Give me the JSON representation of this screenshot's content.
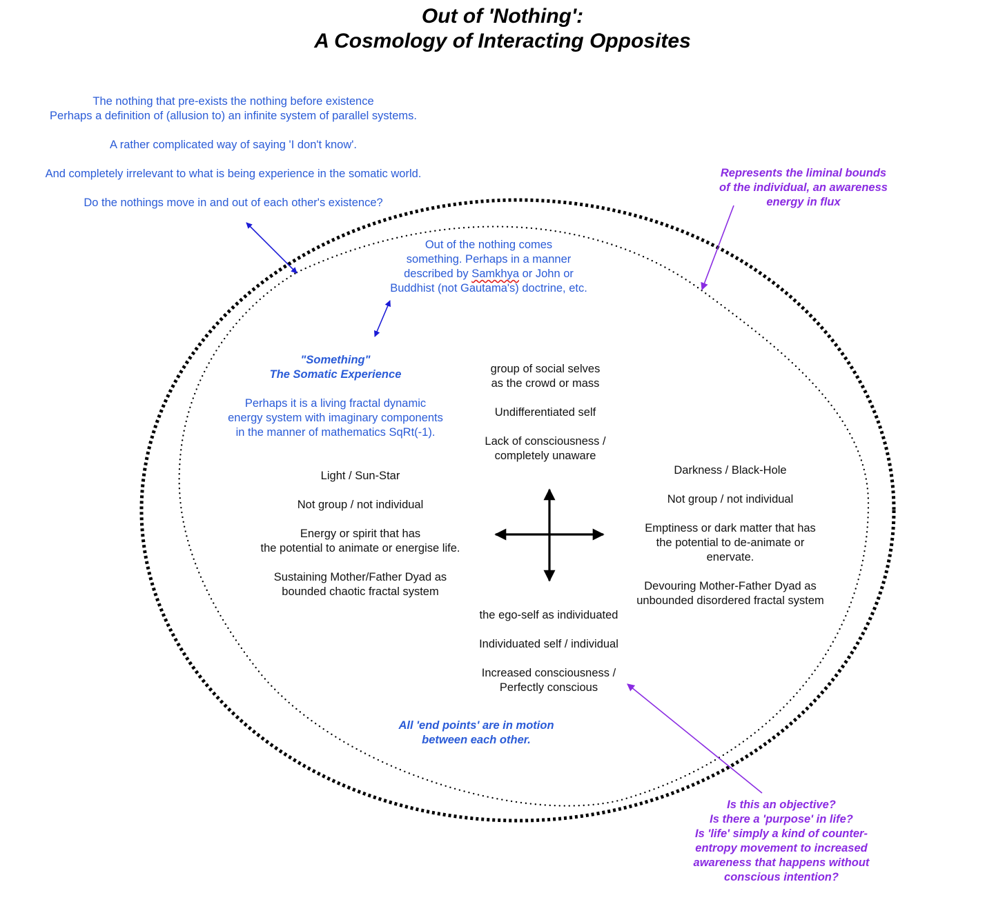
{
  "title": {
    "line1": "Out of 'Nothing':",
    "line2": "A Cosmology of Interacting Opposites"
  },
  "nothing_note": {
    "line1": "The nothing that pre-exists the nothing before existence",
    "line2": "Perhaps a definition of (allusion to) an infinite system of parallel systems.",
    "line3": "A rather complicated way of saying 'I don't know'.",
    "line4": "And completely irrelevant to what is being experience in the somatic world.",
    "line5": "Do the nothings move in and out of each other's existence?"
  },
  "liminal_note": {
    "line1": "Represents the liminal bounds",
    "line2": "of the individual, an awareness",
    "line3": "energy in flux"
  },
  "something_note": {
    "line1": "Out of the nothing comes",
    "line2": "something. Perhaps in a manner",
    "line3_before": "described by ",
    "line3_flagged": "Samkhya",
    "line3_after": " or John or",
    "line4": "Buddhist (not Gautama's) doctrine, etc."
  },
  "somatic": {
    "heading1": "\"Something\"",
    "heading2": "The Somatic Experience",
    "line1": "Perhaps it is a living fractal dynamic",
    "line2": "energy system with imaginary components",
    "line3": "in the manner of mathematics SqRt(-1)."
  },
  "top_pole": {
    "line1": "group of social selves",
    "line2": "as the crowd or mass",
    "line3": "Undifferentiated self",
    "line4": "Lack of consciousness /",
    "line5": "completely unaware"
  },
  "left_pole": {
    "line1": "Light / Sun-Star",
    "line2": "Not group / not individual",
    "line3": "Energy or spirit that has",
    "line4": "the potential to animate or energise life.",
    "line5": "Sustaining Mother/Father Dyad as",
    "line6": "bounded chaotic fractal system"
  },
  "right_pole": {
    "line1": "Darkness / Black-Hole",
    "line2": "Not group / not individual",
    "line3": "Emptiness or dark matter that has",
    "line4": "the potential to de-animate or",
    "line5": "enervate.",
    "line6": "Devouring Mother-Father Dyad as",
    "line7": "unbounded disordered fractal system"
  },
  "bottom_pole": {
    "line1": "the ego-self as individuated",
    "line2": "Individuated self / individual",
    "line3": "Increased consciousness /",
    "line4": "Perfectly conscious"
  },
  "motion_note": {
    "line1": "All 'end points' are in motion",
    "line2": "between each other."
  },
  "objective_note": {
    "line1": "Is this an objective?",
    "line2": "Is there a 'purpose' in life?",
    "line3": "Is 'life' simply a kind of counter-",
    "line4": "entropy movement to increased",
    "line5": "awareness that happens without",
    "line6": "conscious intention?"
  },
  "colors": {
    "blue_text": "#2a5bd7",
    "blue_arrow": "#1a1ad6",
    "purple": "#8a2be2",
    "black": "#000000"
  }
}
